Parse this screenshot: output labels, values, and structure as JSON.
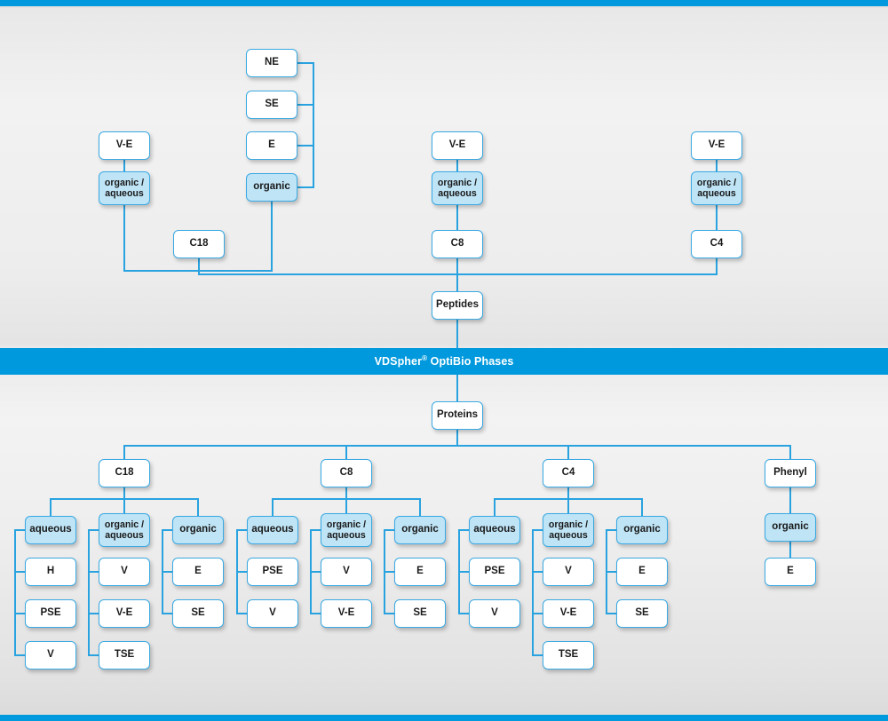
{
  "meta": {
    "title": "VDSpher OptiBio Phases selection chart",
    "accent": "#0099dd",
    "line_color": "#29a3e0",
    "fill_highlight": "#bfe4f6",
    "box_fill": "#ffffff"
  },
  "banner": {
    "text_before": "VDSpher",
    "registered": "®",
    "text_after": " OptiBio Phases"
  },
  "top": {
    "root": "Peptides",
    "columns": [
      {
        "name": "C18",
        "label": "C18",
        "groups": [
          {
            "label": "organic /\naqueous",
            "highlight": true,
            "parent": "V-E",
            "children": []
          },
          {
            "label": "organic",
            "highlight": true,
            "children": [
              "NE",
              "SE",
              "E"
            ]
          }
        ],
        "aq_parent": "V-E"
      },
      {
        "name": "C8",
        "label": "C8",
        "groups": [
          {
            "label": "organic /\naqueous",
            "highlight": true,
            "parent": "V-E",
            "children": []
          }
        ]
      },
      {
        "name": "C4",
        "label": "C4",
        "groups": [
          {
            "label": "organic /\naqueous",
            "highlight": true,
            "parent": "V-E",
            "children": []
          }
        ]
      }
    ],
    "labels": {
      "ne": "NE",
      "se": "SE",
      "e": "E",
      "organic": "organic",
      "ve_left": "V-E",
      "orgaq_left": "organic /\naqueous",
      "c18": "C18",
      "ve_mid": "V-E",
      "orgaq_mid": "organic /\naqueous",
      "c8": "C8",
      "ve_right": "V-E",
      "orgaq_right": "organic /\naqueous",
      "c4": "C4",
      "peptides": "Peptides"
    }
  },
  "bottom": {
    "root": "Proteins",
    "branches": [
      {
        "id": "c18",
        "label": "C18",
        "groups": [
          {
            "id": "aqueous",
            "label": "aqueous",
            "items": [
              "H",
              "PSE",
              "V"
            ]
          },
          {
            "id": "organic-aqueous",
            "label": "organic /\naqueous",
            "items": [
              "V",
              "V-E",
              "TSE"
            ]
          },
          {
            "id": "organic",
            "label": "organic",
            "items": [
              "E",
              "SE"
            ]
          }
        ]
      },
      {
        "id": "c8",
        "label": "C8",
        "groups": [
          {
            "id": "aqueous",
            "label": "aqueous",
            "items": [
              "PSE",
              "V"
            ]
          },
          {
            "id": "organic-aqueous",
            "label": "organic /\naqueous",
            "items": [
              "V",
              "V-E"
            ]
          },
          {
            "id": "organic",
            "label": "organic",
            "items": [
              "E",
              "SE"
            ]
          }
        ]
      },
      {
        "id": "c4",
        "label": "C4",
        "groups": [
          {
            "id": "aqueous",
            "label": "aqueous",
            "items": [
              "PSE",
              "V"
            ]
          },
          {
            "id": "organic-aqueous",
            "label": "organic /\naqueous",
            "items": [
              "V",
              "V-E",
              "TSE"
            ]
          },
          {
            "id": "organic",
            "label": "organic",
            "items": [
              "E",
              "SE"
            ]
          }
        ]
      },
      {
        "id": "phenyl",
        "label": "Phenyl",
        "groups": [
          {
            "id": "organic",
            "label": "organic",
            "items": [
              "E"
            ]
          }
        ]
      }
    ]
  }
}
